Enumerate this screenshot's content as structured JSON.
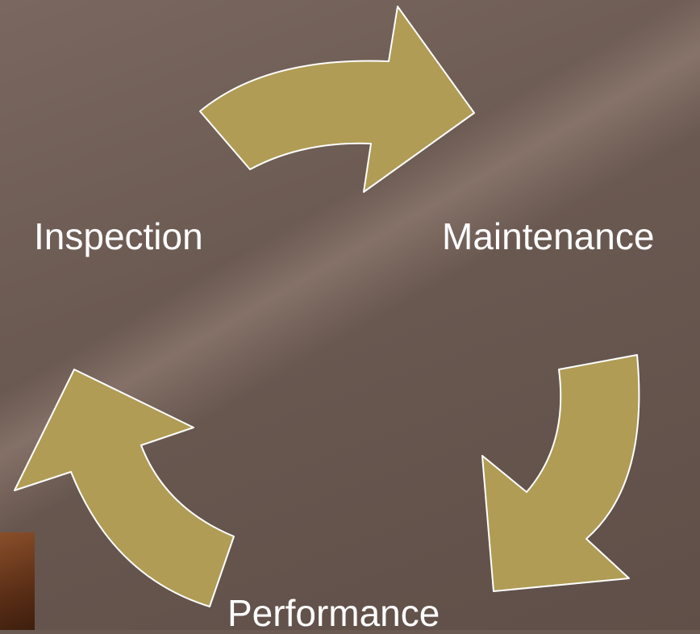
{
  "cycle": {
    "stages": [
      {
        "label": "Inspection"
      },
      {
        "label": "Maintenance"
      },
      {
        "label": "Performance"
      }
    ],
    "arrow_color": "#b09c55",
    "arrow_outline": "#ffffff",
    "background_color": "#6b5a52"
  }
}
